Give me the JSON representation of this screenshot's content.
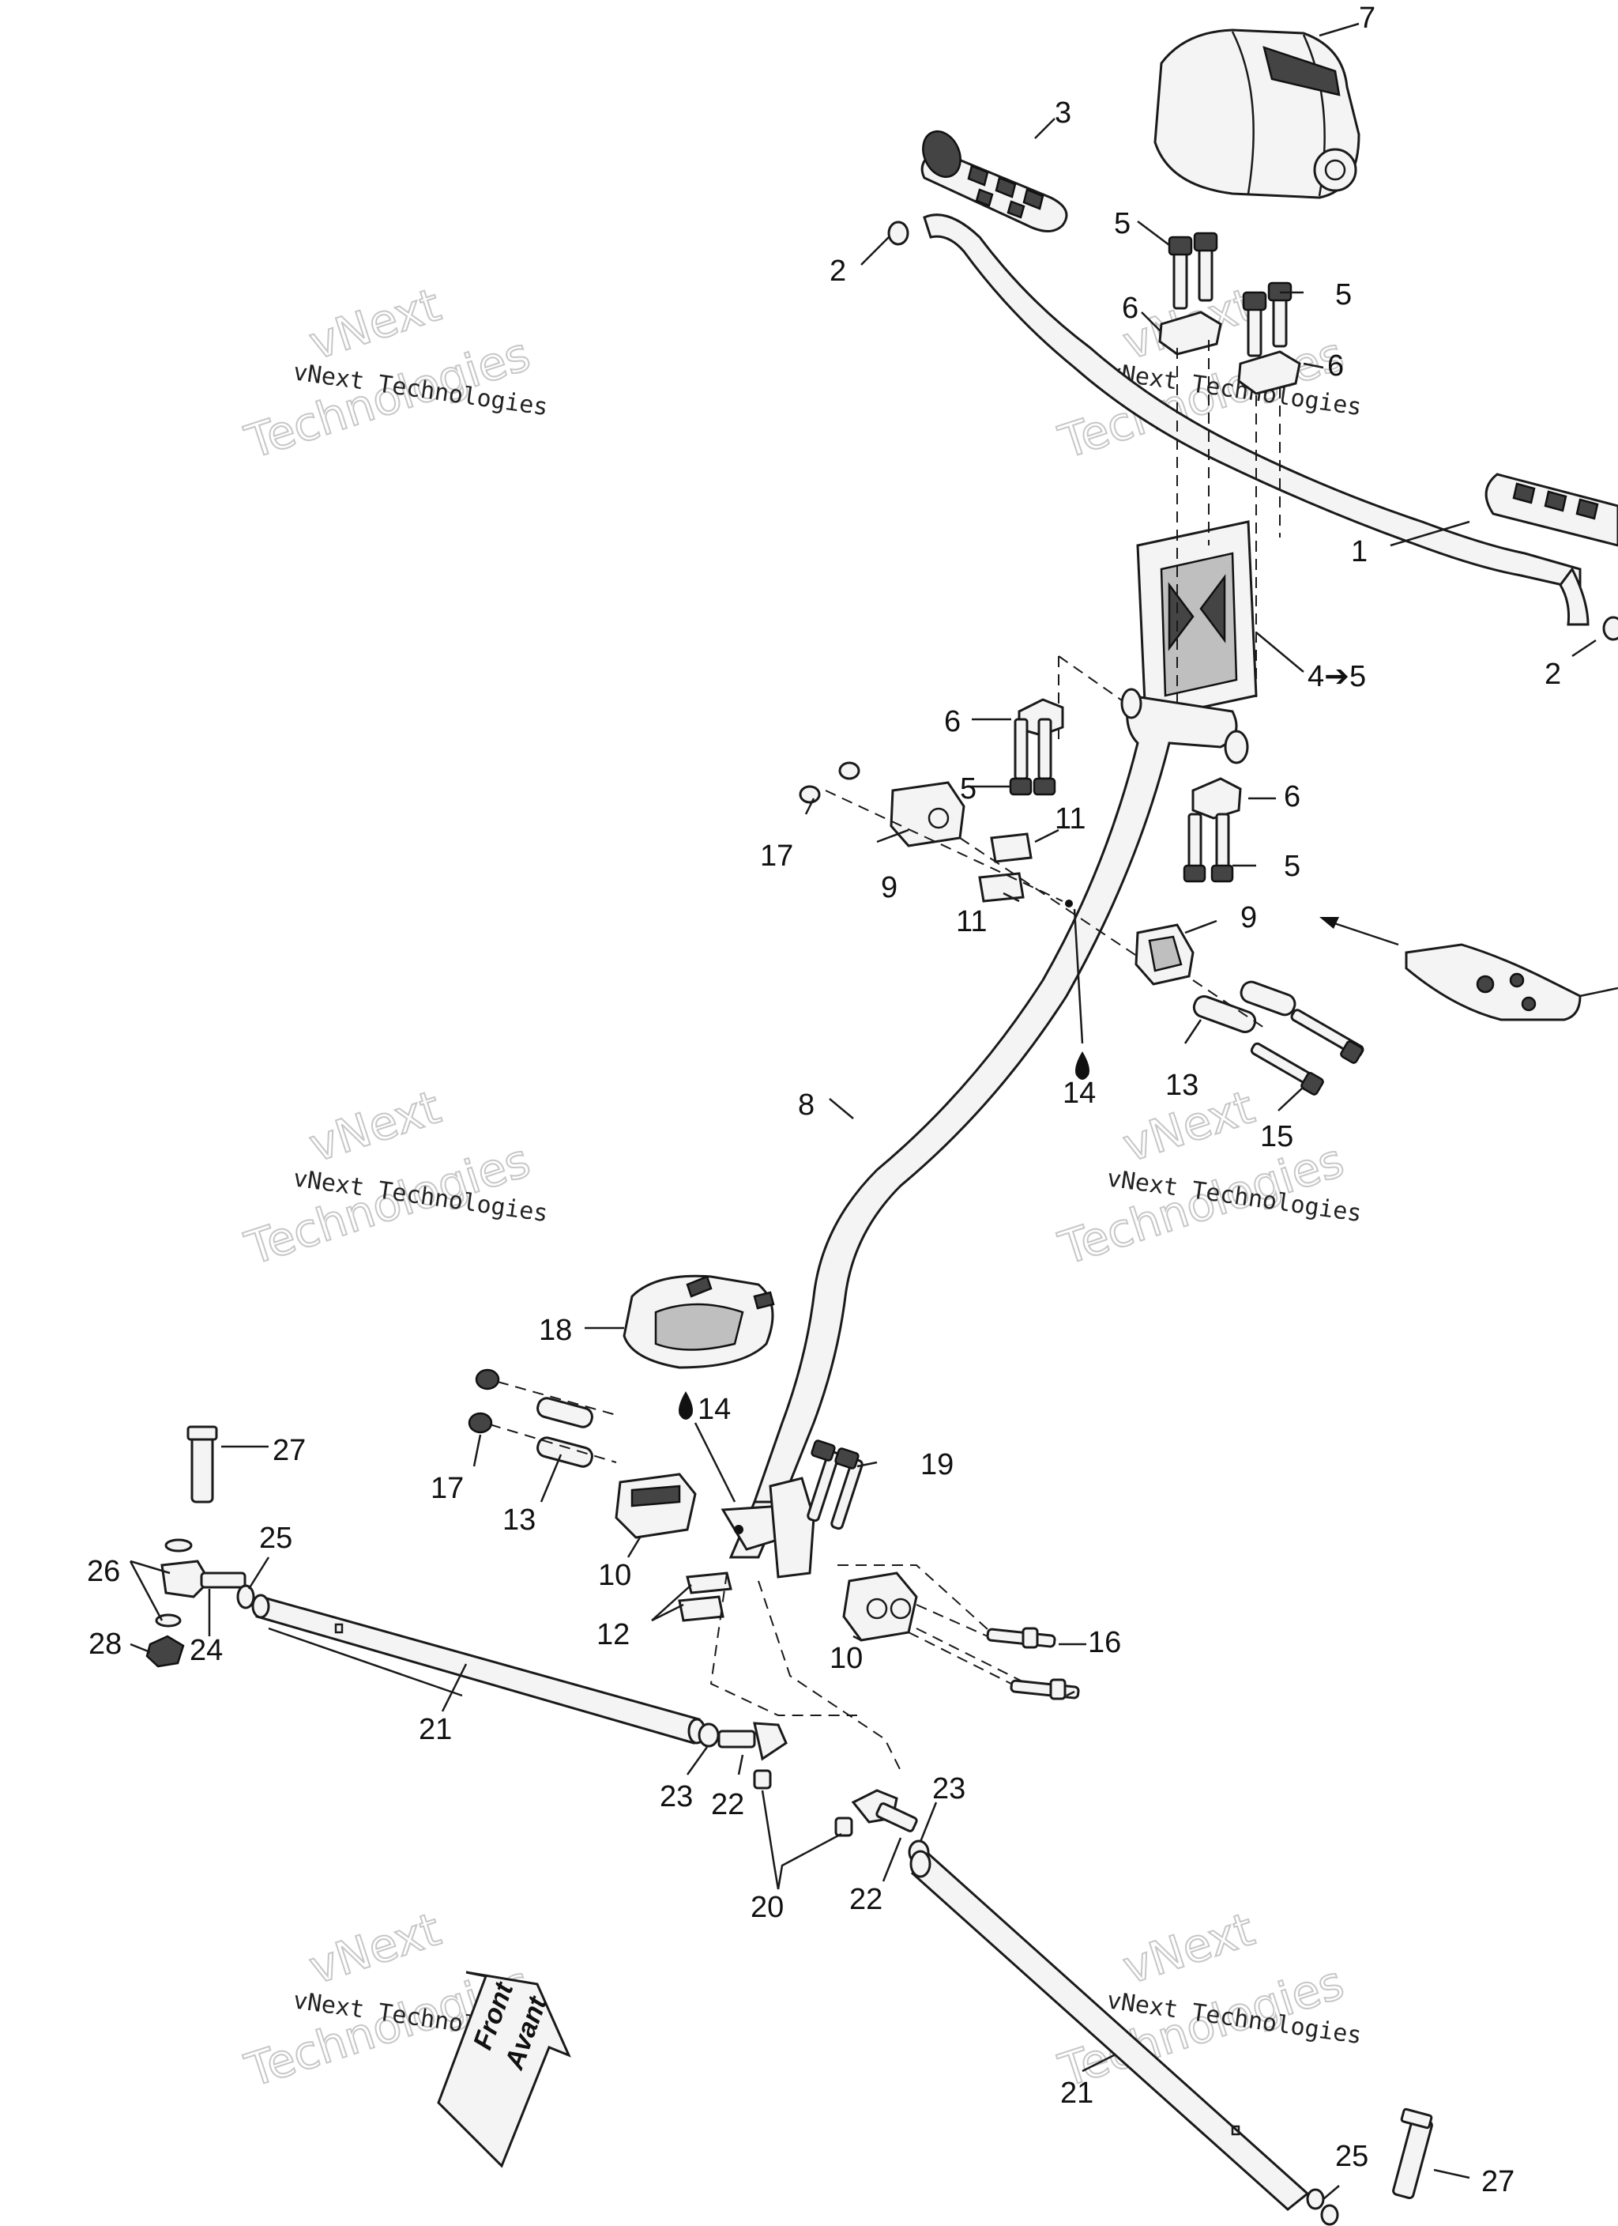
{
  "callouts": {
    "c1": "1",
    "c2a": "2",
    "c2b": "2",
    "c3": "3",
    "c4": "4➔5",
    "c5a": "5",
    "c5b": "5",
    "c5c": "5",
    "c5d": "5",
    "c6a": "6",
    "c6b": "6",
    "c6c": "6",
    "c6d": "6",
    "c7": "7",
    "c8": "8",
    "c9a": "9",
    "c9b": "9",
    "c10a": "10",
    "c10b": "10",
    "c11a": "11",
    "c11b": "11",
    "c12": "12",
    "c13a": "13",
    "c13b": "13",
    "c14a": "14",
    "c14b": "14",
    "c15": "15",
    "c16": "16",
    "c17a": "17",
    "c17b": "17",
    "c18": "18",
    "c19": "19",
    "c20": "20",
    "c21a": "21",
    "c21b": "21",
    "c22a": "22",
    "c22b": "22",
    "c23a": "23",
    "c23b": "23",
    "c24": "24",
    "c25a": "25",
    "c25b": "25",
    "c26": "26",
    "c27a": "27",
    "c27b": "27",
    "c28": "28"
  },
  "watermark": {
    "line_small": "vNext Technologies",
    "line_vnext": "vNext",
    "line_tech": "Technologies"
  },
  "front_label": {
    "line1": "Front",
    "line2": "Avant"
  }
}
